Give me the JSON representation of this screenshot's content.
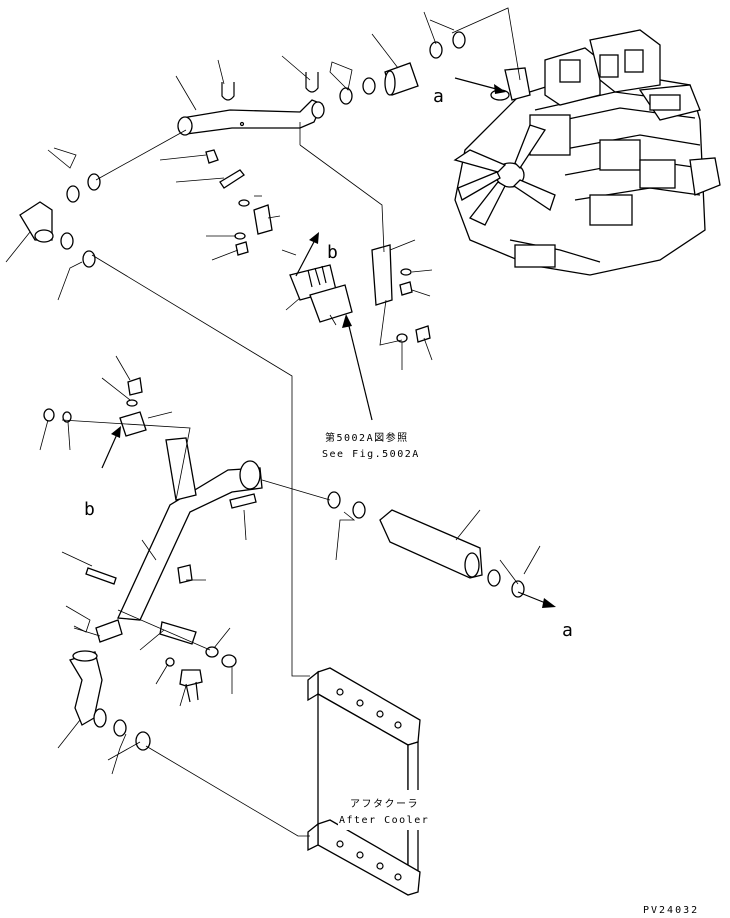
{
  "diagram": {
    "callouts": {
      "a_top": "a",
      "a_right": "a",
      "b_upper": "b",
      "b_lower": "b"
    },
    "reference": {
      "japanese": "第5002A図参照",
      "english": "See Fig.5002A"
    },
    "aftercooler": {
      "japanese": "アフタクーラ",
      "english": "After Cooler"
    },
    "drawing_code": "PV24032"
  }
}
